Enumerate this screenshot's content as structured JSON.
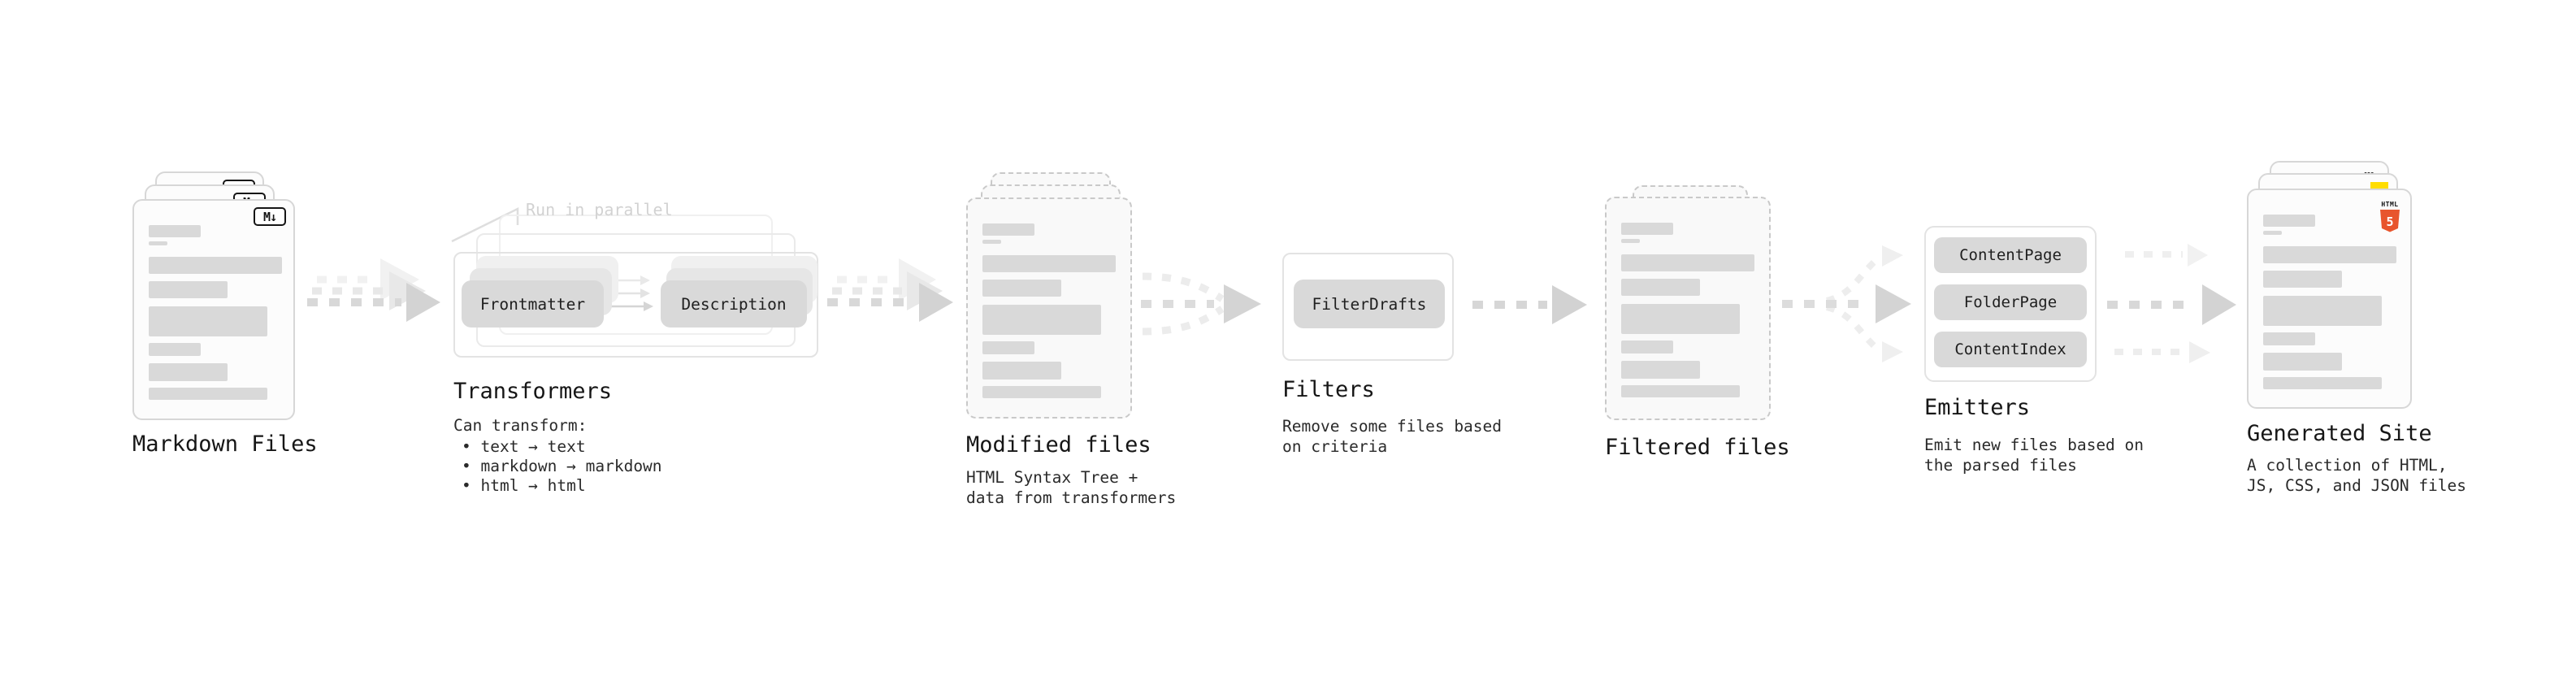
{
  "palette": {
    "html5_orange": "#e8552d",
    "js_yellow": "#ffdd00",
    "css_blue": "#2b62f6",
    "pill_gray": "#d9d9d9"
  },
  "markdown": {
    "title": "Markdown Files",
    "badge": "M↓"
  },
  "transformers": {
    "title": "Transformers",
    "note": "Run in parallel",
    "pill_left": "Frontmatter",
    "pill_right": "Description",
    "heading": "Can transform:",
    "bullets": [
      "• text → text",
      "• markdown → markdown",
      "• html → html"
    ]
  },
  "modified": {
    "title": "Modified files",
    "desc": [
      "HTML Syntax Tree +",
      "data from transformers"
    ]
  },
  "filters": {
    "title": "Filters",
    "pill": "FilterDrafts",
    "desc": [
      "Remove some files based",
      "on criteria"
    ]
  },
  "filtered": {
    "title": "Filtered files"
  },
  "emitters": {
    "title": "Emitters",
    "pills": [
      "ContentPage",
      "FolderPage",
      "ContentIndex"
    ],
    "desc": [
      "Emit new files based on",
      "the parsed files"
    ]
  },
  "generated": {
    "title": "Generated Site",
    "badge_css": "CSS",
    "badge_html": "HTML",
    "badge_five": "5",
    "desc": [
      "A collection of HTML,",
      "JS, CSS, and JSON files"
    ]
  }
}
